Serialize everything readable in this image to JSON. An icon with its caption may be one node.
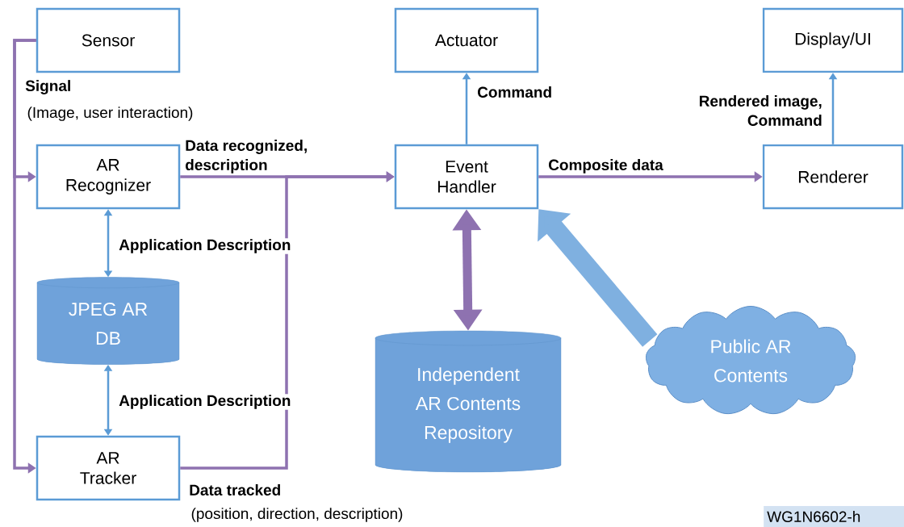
{
  "diagram": {
    "nodes": [
      {
        "text": [
          "Sensor"
        ]
      },
      {
        "text": [
          "AR Recognizer"
        ]
      },
      {
        "text": [
          "JPEG AR DB"
        ]
      },
      {
        "text": [
          "AR Tracker"
        ]
      },
      {
        "text": [
          "Actuator"
        ]
      },
      {
        "text": [
          "Event Handler"
        ]
      },
      {
        "text": [
          "Independent AR Contents Repository"
        ]
      },
      {
        "text": [
          "Display/UI"
        ]
      },
      {
        "text": [
          "Renderer"
        ]
      },
      {
        "text": [
          "Public AR Contents"
        ]
      }
    ],
    "edges": [
      {
        "from": 0,
        "to": 1,
        "arrow": "to",
        "label": "Signal"
      },
      {
        "from": 0,
        "to": 3,
        "arrow": "to"
      },
      {
        "from": 1,
        "to": 5,
        "arrow": "to",
        "label": "Data recognized, description"
      },
      {
        "from": 3,
        "to": 5,
        "arrow": "to",
        "label": "Data tracked"
      },
      {
        "from": 1,
        "to": 2,
        "arrow": "both",
        "label": "Application Description",
        "color": "#5b9bd5"
      },
      {
        "from": 2,
        "to": 3,
        "arrow": "both",
        "label": "Application Description",
        "color": "#5b9bd5"
      },
      {
        "from": 5,
        "to": 4,
        "arrow": "to",
        "label": "Command",
        "color": "#5b9bd5"
      },
      {
        "from": 5,
        "to": 8,
        "arrow": "to",
        "label": "Composite data"
      },
      {
        "from": 8,
        "to": 7,
        "arrow": "to",
        "label": "Rendered image, Command",
        "color": "#5b9bd5"
      },
      {
        "from": 5,
        "to": 6,
        "arrow": "both",
        "style": "thick"
      },
      {
        "from": 9,
        "to": 5,
        "arrow": "to",
        "style": "thick",
        "color": "#7fb0e0"
      }
    ],
    "labels": [
      "(Image, user interaction)",
      "(position, direction, description)",
      "WG1N6602-h"
    ]
  }
}
